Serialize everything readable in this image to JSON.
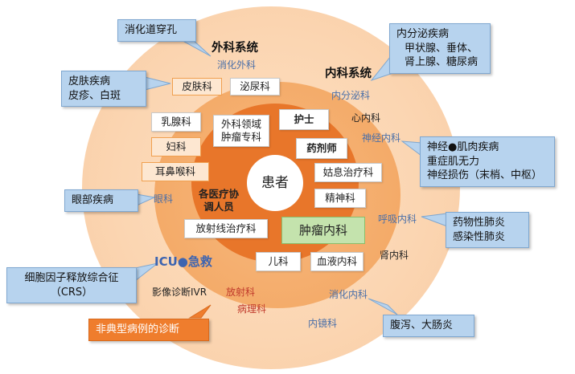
{
  "core": {
    "label": "患者"
  },
  "sections": {
    "surgery": "外科系统",
    "internal": "内科系统"
  },
  "outer_labels": {
    "digestive_surgery": "消化外科",
    "endocrinology": "内分泌科",
    "cardiology": "心内科",
    "neurology": "神经内科",
    "respiratory": "呼吸内科",
    "nephrology": "肾内科",
    "gastroenterology": "消化内科",
    "endoscopy": "内镜科",
    "ophthalmology": "眼科",
    "imaging_ivr": "影像诊断IVR",
    "radiology": "放射科",
    "pathology": "病理科"
  },
  "icu": "ICU●急救",
  "boxes": {
    "dermatology": "皮肤科",
    "urology": "泌尿科",
    "breast": "乳腺科",
    "gynecology": "妇科",
    "ent": "耳鼻喉科",
    "surgical_oncology_1": "外科领域",
    "surgical_oncology_2": "肿瘤专科",
    "nurse": "护士",
    "pharmacist": "药剂师",
    "palliative": "姑息治疗科",
    "psychiatry": "精神科",
    "coordinator_1": "各医疗协",
    "coordinator_2": "调人员",
    "radiotherapy": "放射线治疗科",
    "medical_oncology": "肿瘤内科",
    "pediatrics": "儿科",
    "hematology": "血液内科"
  },
  "callouts": {
    "gi_perforation": "消化道穿孔",
    "skin_1": "皮肤疾病",
    "skin_2": "皮疹、白斑",
    "endocrine_1": "内分泌疾病",
    "endocrine_2": "甲状腺、垂体、",
    "endocrine_3": "肾上腺、糖尿病",
    "neuro_1": "神经●肌肉疾病",
    "neuro_2": "重症肌无力",
    "neuro_3": "神经损伤（末梢、中枢）",
    "eye": "眼部疾病",
    "lung_1": "药物性肺炎",
    "lung_2": "感染性肺炎",
    "crs_1": "细胞因子释放综合征",
    "crs_2": "（CRS）",
    "diarrhea": "腹泻、大肠炎",
    "atypical": "非典型病例的诊断"
  },
  "colors": {
    "outer_ring": "#fbd5b1",
    "middle_ring": "#f3a560",
    "inner_ring": "#e8762a",
    "callout_blue": "#b7d3ee",
    "callout_orange": "#ef7d2d",
    "green_box": "#c4e3ad"
  }
}
